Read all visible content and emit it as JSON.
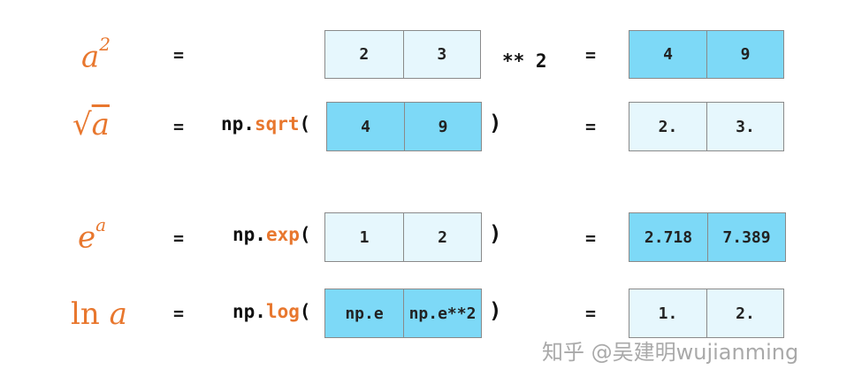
{
  "rows": [
    {
      "math_base": "a",
      "math_sup": "2",
      "equals": "=",
      "input": [
        "2",
        "3"
      ],
      "op": "** 2",
      "equals2": "=",
      "output": [
        "4",
        "9"
      ]
    },
    {
      "math_radical": "√",
      "math_var": "a",
      "equals": "=",
      "prefix": "np.",
      "fn": "sqrt",
      "open": "(",
      "input": [
        "4",
        "9"
      ],
      "close": ")",
      "equals2": "=",
      "output": [
        "2.",
        "3."
      ]
    },
    {
      "math_base": "e",
      "math_sup": "a",
      "equals": "=",
      "prefix": "np.",
      "fn": "exp",
      "open": "(",
      "input": [
        "1",
        "2"
      ],
      "close": ")",
      "equals2": "=",
      "output": [
        "2.718",
        "7.389"
      ]
    },
    {
      "math_ln": "ln",
      "math_var": "a",
      "equals": "=",
      "prefix": "np.",
      "fn": "log",
      "open": "(",
      "input": [
        "np.e",
        "np.e**2"
      ],
      "close": ")",
      "equals2": "=",
      "output": [
        "1.",
        "2."
      ]
    }
  ],
  "watermark": "知乎 @吴建明wujianming"
}
